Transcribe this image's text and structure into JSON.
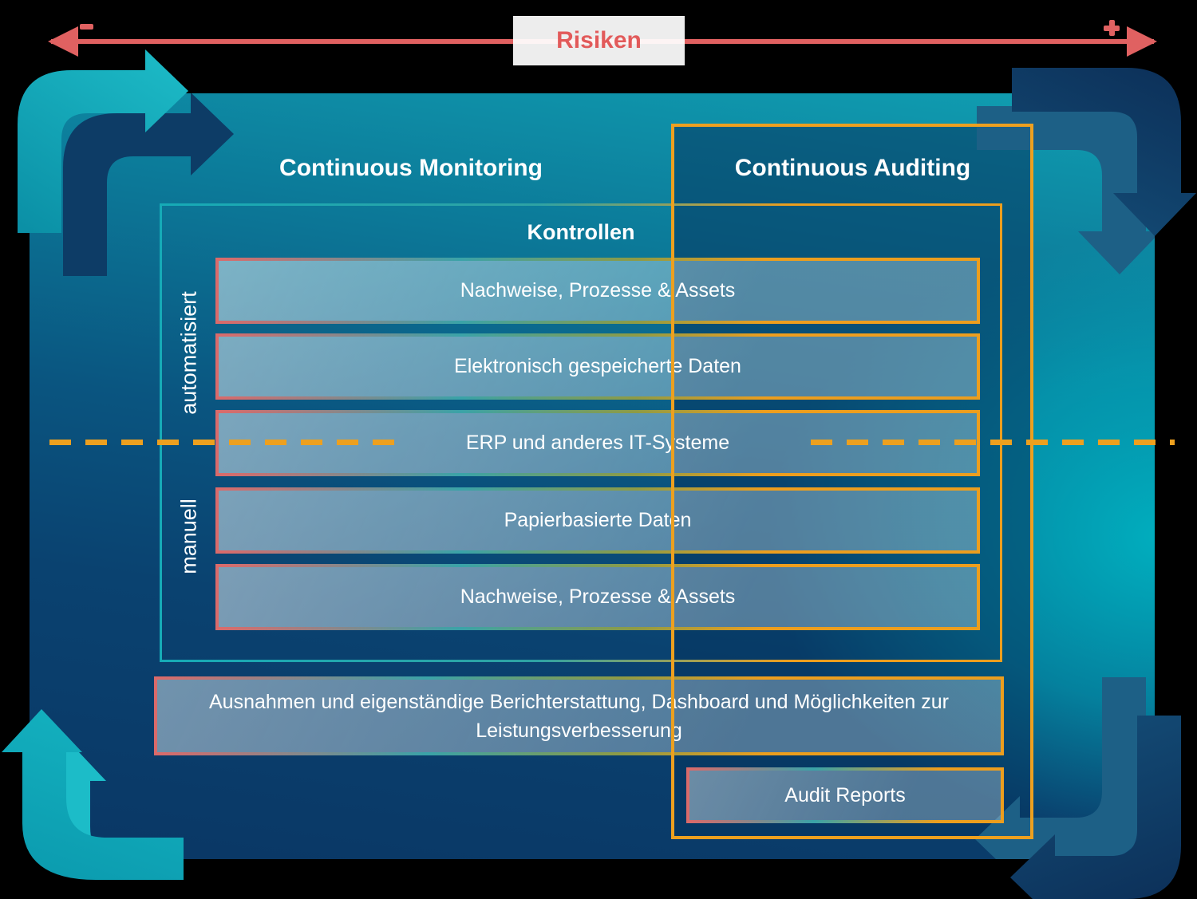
{
  "risk_axis": {
    "label": "Risiken",
    "minus_symbol": "-",
    "plus_symbol": "+"
  },
  "columns": {
    "monitoring_title": "Continuous Monitoring",
    "auditing_title": "Continuous Auditing"
  },
  "kontrollen": {
    "title": "Kontrollen",
    "rows": [
      "Nachweise, Prozesse & Assets",
      "Elektronisch gespeicherte Daten",
      "ERP und anderes IT-Systeme",
      "Papierbasierte Daten",
      "Nachweise, Prozesse & Assets"
    ]
  },
  "side_labels": {
    "automated": "automatisiert",
    "manual": "manuell"
  },
  "bottom": {
    "exceptions_text": "Ausnahmen und eigenständige Berichterstattung, Dashboard und Möglichkeiten zur Leistungsverbesserung",
    "audit_reports": "Audit Reports"
  },
  "icons": {
    "cycle_arrows": "four L-bend arrows circulating clockwise",
    "risk_arrows": "double-headed horizontal axis arrow"
  },
  "colors": {
    "salmon": "#E06161",
    "orange": "#EDA01F",
    "teal": "#0FB0BF",
    "navy": "#0E3A64",
    "panel_dark": "#0A3765",
    "panel_teal": "#109FB2",
    "text": "#FFFFFF"
  }
}
